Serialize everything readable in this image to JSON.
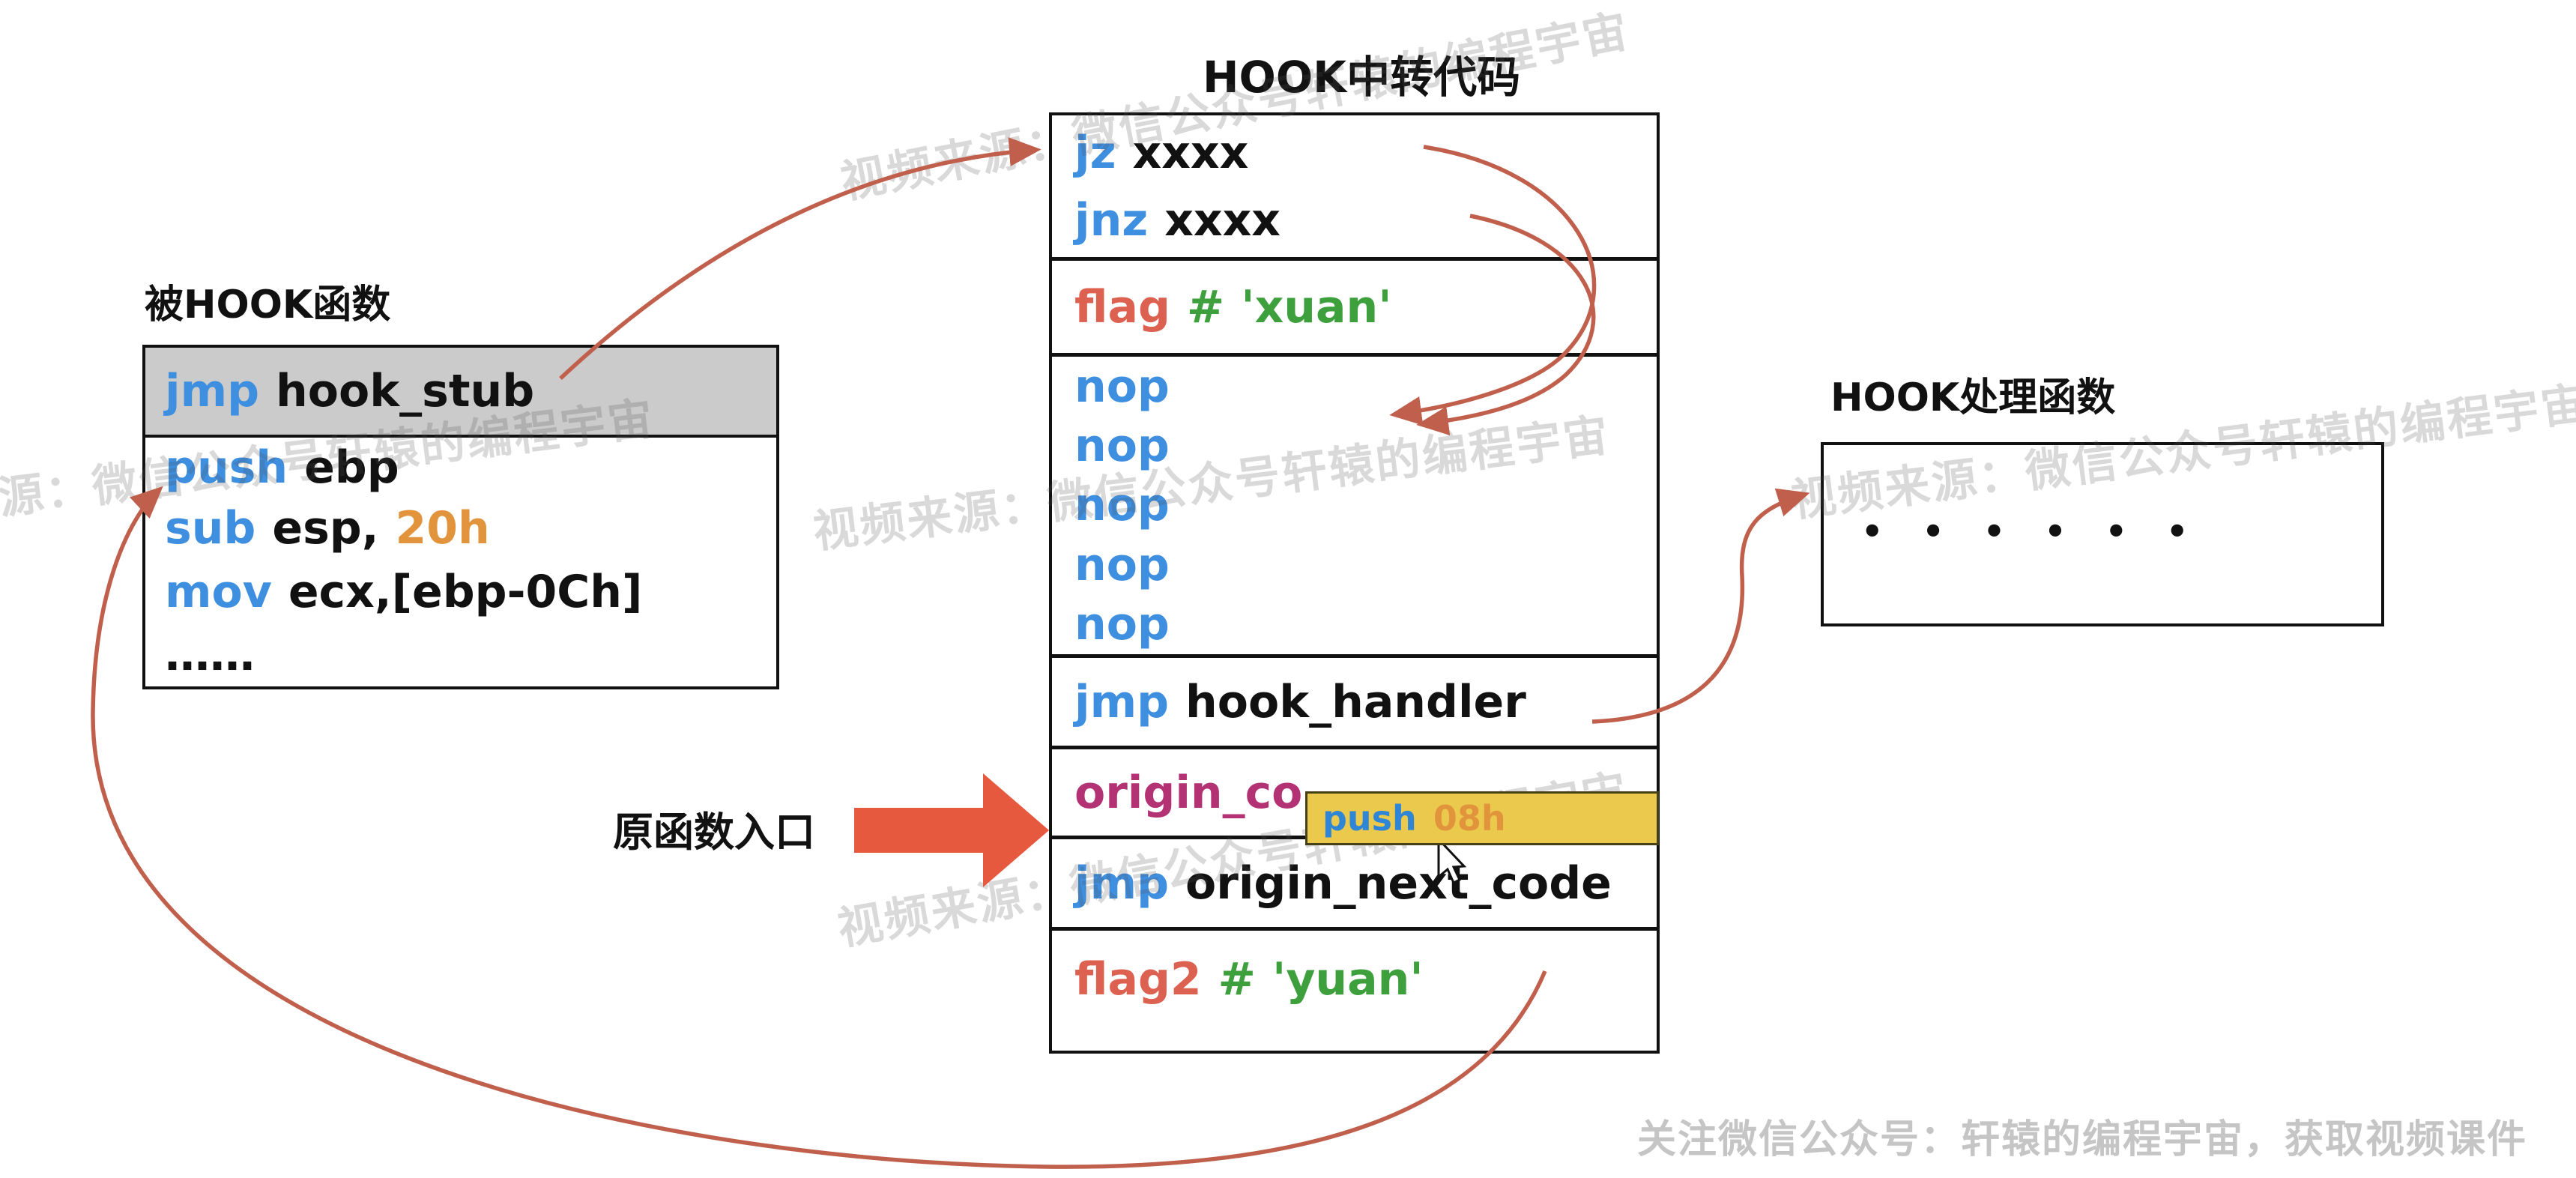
{
  "watermark_text": "视频来源：微信公众号轩辕的编程宇宙",
  "footer_text": "关注微信公众号：轩辕的编程宇宙，获取视频课件",
  "entry_label": "原函数入口",
  "left_box": {
    "title": "被HOOK函数",
    "rows": [
      {
        "keyword": "jmp",
        "operand": "hook_stub"
      },
      {
        "keyword": "push",
        "operand": "ebp"
      },
      {
        "keyword": "sub",
        "operand": "esp,",
        "number": "20h"
      },
      {
        "keyword": "mov",
        "operand": "ecx,[ebp-0Ch]"
      },
      {
        "dots": "……"
      }
    ]
  },
  "middle_box": {
    "title": "HOOK中转代码",
    "jz": {
      "keyword": "jz",
      "operand": "xxxx"
    },
    "jnz": {
      "keyword": "jnz",
      "operand": "xxxx"
    },
    "flag": {
      "name": "flag",
      "hash": "#",
      "value": "'xuan'"
    },
    "nops": [
      "nop",
      "nop",
      "nop",
      "nop",
      "nop"
    ],
    "jmp_handler": {
      "keyword": "jmp",
      "operand": "hook_handler"
    },
    "origin": {
      "label": "origin_co"
    },
    "jmp_next": {
      "keyword": "jmp",
      "operand": "origin_next_code"
    },
    "flag2": {
      "name": "flag2",
      "hash": "#",
      "value": "'yuan'"
    }
  },
  "right_box": {
    "title": "HOOK处理函数",
    "dots": "••••••"
  },
  "tooltip": {
    "keyword": "push",
    "number": "08h"
  },
  "colors": {
    "keyword_blue": "#3e8fe0",
    "number_orange": "#e2943c",
    "string_green": "#3da03d",
    "flag_red": "#dd6150",
    "origin_magenta": "#b23274",
    "arrow_salmon": "#c0604c",
    "big_arrow_red": "#e7593f",
    "highlight_gray": "#cbcbcb",
    "tooltip_yellow": "#ebc94d"
  }
}
